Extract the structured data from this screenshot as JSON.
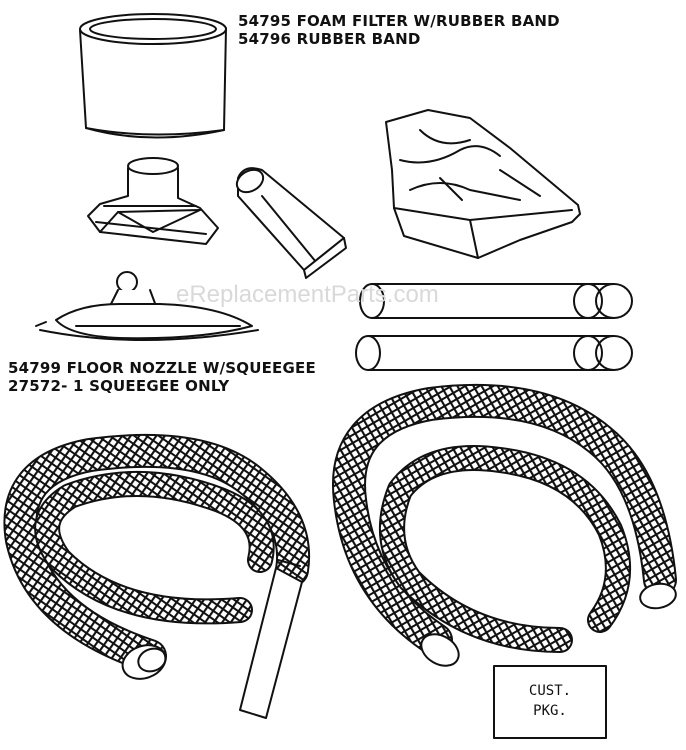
{
  "watermark": "eReplacementParts.com",
  "parts": {
    "foam_filter": {
      "label": "54795 FOAM FILTER W/RUBBER BAND"
    },
    "rubber_band": {
      "label": "54796 RUBBER BAND"
    },
    "floor_nozzle": {
      "label": "54799 FLOOR NOZZLE W/SQUEEGEE"
    },
    "squeegee": {
      "label": "27572- 1 SQUEEGEE ONLY"
    }
  },
  "package": {
    "line1": "CUST.",
    "line2": "PKG."
  }
}
